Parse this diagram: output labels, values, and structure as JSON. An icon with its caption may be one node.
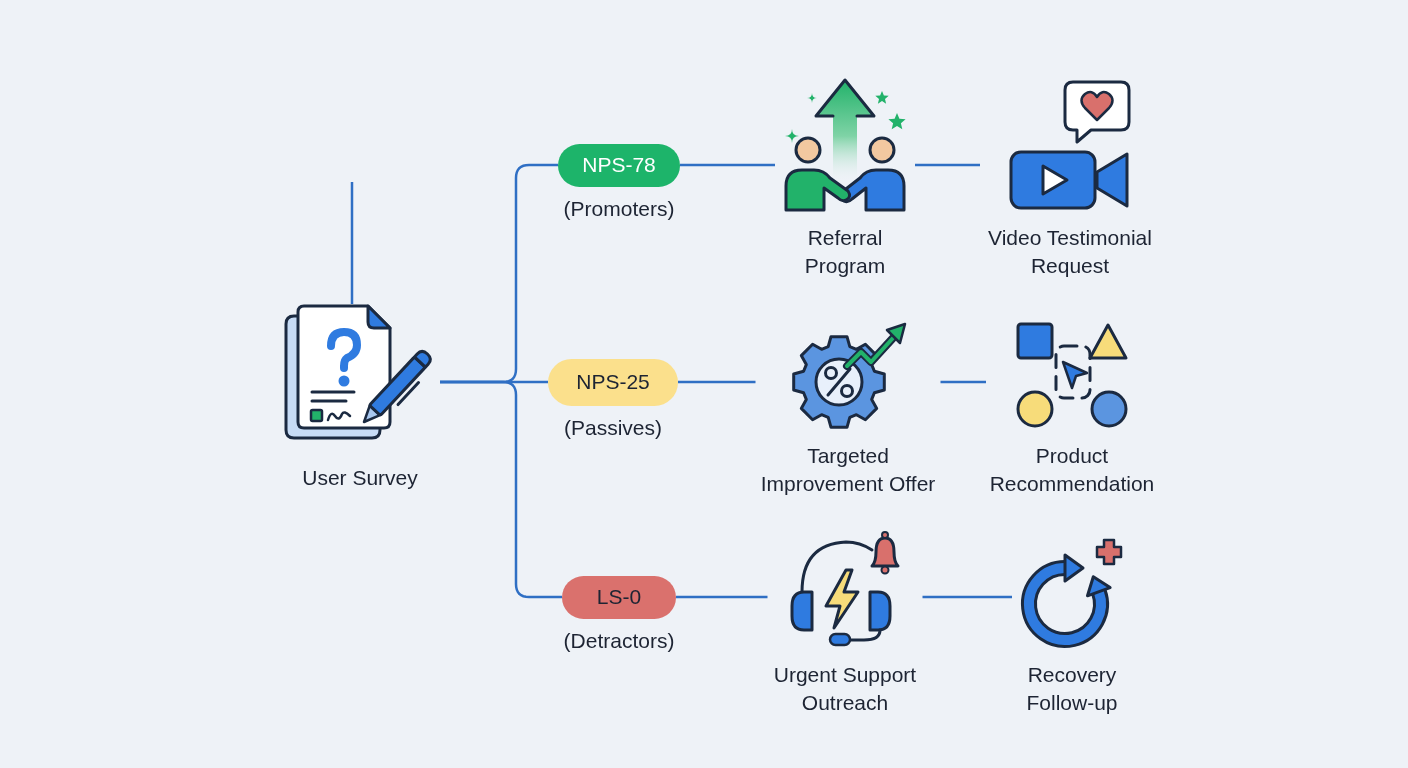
{
  "diagram": {
    "nodes": [
      {
        "text": [
          "User Survey"
        ]
      },
      {
        "text": [
          "NPS-78"
        ],
        "beside": [
          "(Promoters)"
        ]
      },
      {
        "text": [
          "Referral Program"
        ]
      },
      {
        "text": [
          "Video Testimonial Request"
        ]
      },
      {
        "text": [
          "NPS-25"
        ],
        "beside": [
          "(Passives)"
        ]
      },
      {
        "text": [
          "Targeted Improvement Offer"
        ]
      },
      {
        "text": [
          "Product Recommendation"
        ]
      },
      {
        "text": [
          "LS-0"
        ],
        "beside": [
          "(Detractors)"
        ]
      },
      {
        "text": [
          "Urgent Support Outreach"
        ]
      },
      {
        "text": [
          "Recovery Follow-up"
        ]
      }
    ],
    "edges": [
      {
        "from": null,
        "to": 0,
        "arrow": "none"
      },
      {
        "from": 0,
        "to": 1,
        "arrow": "none"
      },
      {
        "from": 0,
        "to": 4,
        "arrow": "none"
      },
      {
        "from": 0,
        "to": 7,
        "arrow": "none"
      },
      {
        "from": 1,
        "to": 2,
        "arrow": "none"
      },
      {
        "from": 2,
        "to": 3,
        "arrow": "none"
      },
      {
        "from": 4,
        "to": 5,
        "arrow": "none"
      },
      {
        "from": 5,
        "to": 6,
        "arrow": "none"
      },
      {
        "from": 7,
        "to": 8,
        "arrow": "none"
      },
      {
        "from": 8,
        "to": 9,
        "arrow": "none"
      }
    ]
  }
}
